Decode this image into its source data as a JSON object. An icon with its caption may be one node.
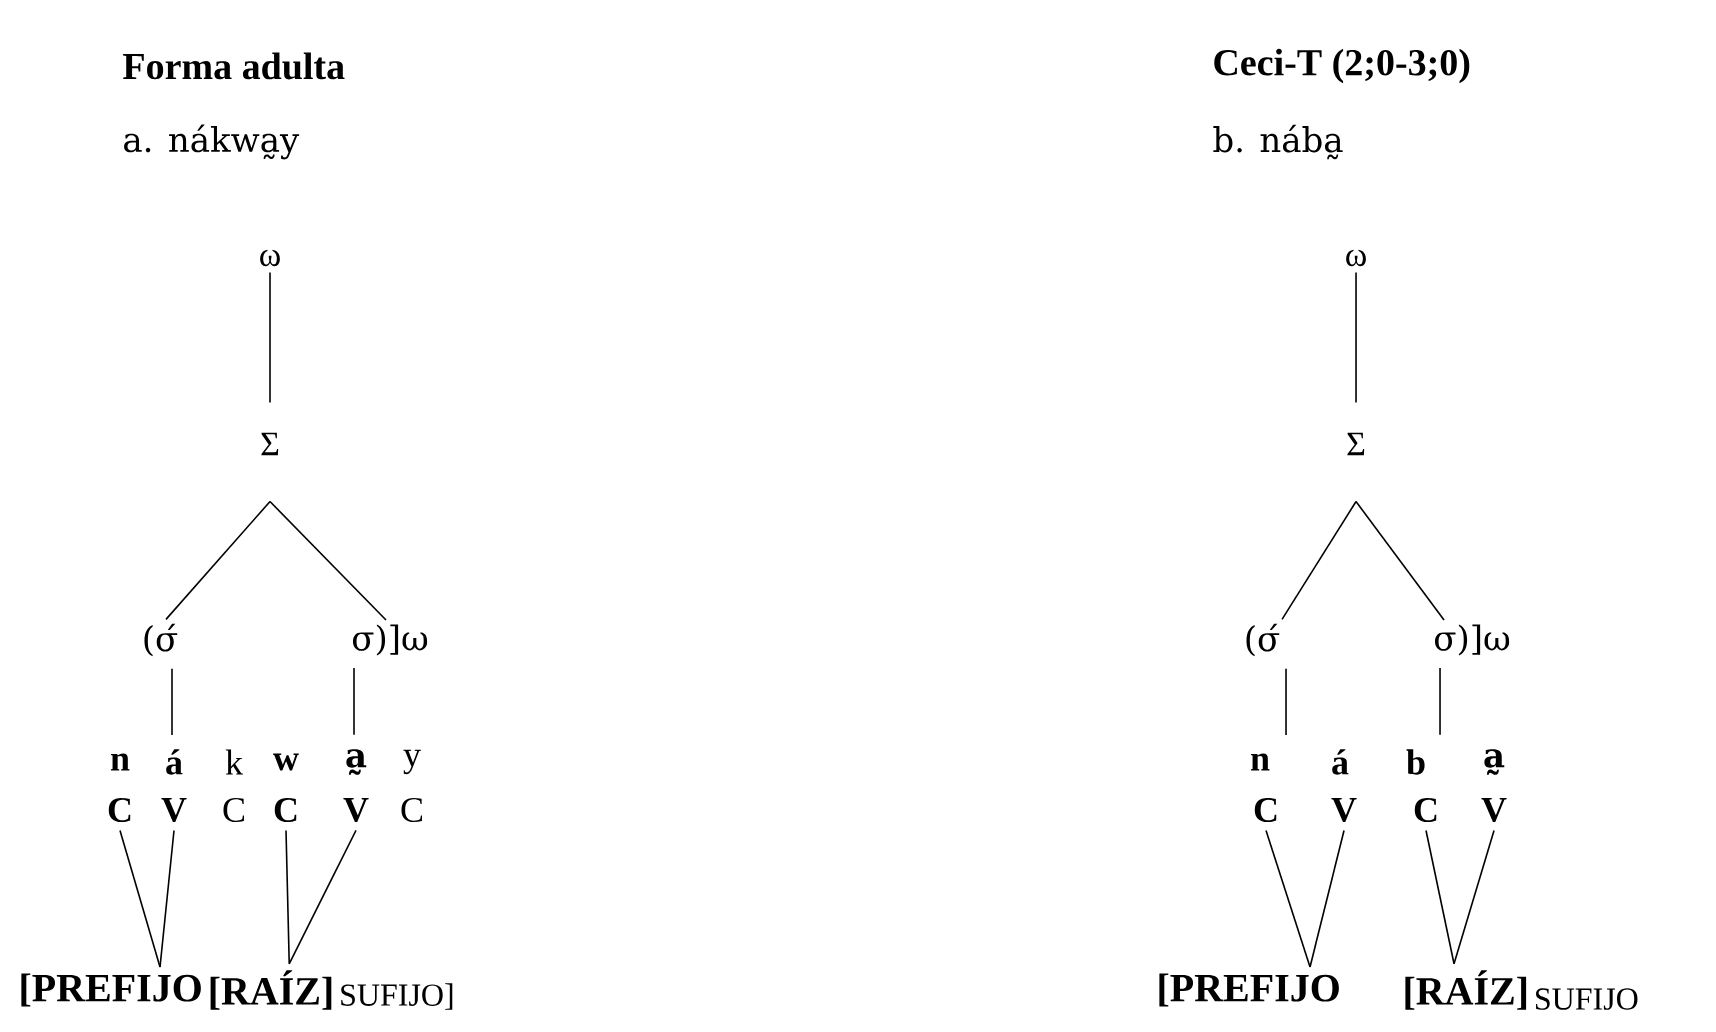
{
  "diagram": {
    "nodes": [
      {
        "text": [
          "ω"
        ]
      },
      {
        "text": [
          "Σ"
        ]
      },
      {
        "text": [
          "(σ́"
        ]
      },
      {
        "text": [
          "σ)]ω"
        ]
      },
      {
        "text": [
          "á"
        ]
      },
      {
        "text": [
          "a̰"
        ]
      },
      {
        "text": [
          "C"
        ]
      },
      {
        "text": [
          "V"
        ]
      },
      {
        "text": [
          "C"
        ]
      },
      {
        "text": [
          "V"
        ]
      },
      {
        "text": [
          "[PREFIJO"
        ]
      },
      {
        "text": [
          "[RAÍZ]"
        ]
      },
      {
        "text": [
          "ω"
        ]
      },
      {
        "text": [
          "Σ"
        ]
      },
      {
        "text": [
          "(σ́"
        ]
      },
      {
        "text": [
          "σ)]ω"
        ]
      },
      {
        "text": [
          "á"
        ]
      },
      {
        "text": [
          "a̰"
        ]
      },
      {
        "text": [
          "C"
        ]
      },
      {
        "text": [
          "V"
        ]
      },
      {
        "text": [
          "C"
        ]
      },
      {
        "text": [
          "V"
        ]
      },
      {
        "text": [
          "[PREFIJO"
        ]
      },
      {
        "text": [
          "[RAÍZ]"
        ]
      }
    ],
    "edges": [
      {
        "from": 0,
        "to": 1,
        "arrow": "none"
      },
      {
        "from": 1,
        "to": 2,
        "arrow": "none"
      },
      {
        "from": 1,
        "to": 3,
        "arrow": "none"
      },
      {
        "from": 2,
        "to": 4,
        "arrow": "none"
      },
      {
        "from": 3,
        "to": 5,
        "arrow": "none"
      },
      {
        "from": 6,
        "to": 10,
        "arrow": "none"
      },
      {
        "from": 7,
        "to": 10,
        "arrow": "none"
      },
      {
        "from": 8,
        "to": 11,
        "arrow": "none"
      },
      {
        "from": 9,
        "to": 11,
        "arrow": "none"
      },
      {
        "from": 12,
        "to": 13,
        "arrow": "none"
      },
      {
        "from": 13,
        "to": 14,
        "arrow": "none"
      },
      {
        "from": 13,
        "to": 15,
        "arrow": "none"
      },
      {
        "from": 14,
        "to": 16,
        "arrow": "none"
      },
      {
        "from": 15,
        "to": 17,
        "arrow": "none"
      },
      {
        "from": 18,
        "to": 22,
        "arrow": "none"
      },
      {
        "from": 19,
        "to": 22,
        "arrow": "none"
      },
      {
        "from": 20,
        "to": 23,
        "arrow": "none"
      },
      {
        "from": 21,
        "to": 23,
        "arrow": "none"
      }
    ],
    "labels": [
      "Forma adulta",
      "Ceci-T (2;0-3;0)",
      "a. nákwa̰y",
      "b. nába̰",
      "n",
      "k",
      "w",
      "y",
      "C",
      "C",
      "n",
      "b",
      "SUFIJO]",
      "SUFIJO"
    ]
  }
}
